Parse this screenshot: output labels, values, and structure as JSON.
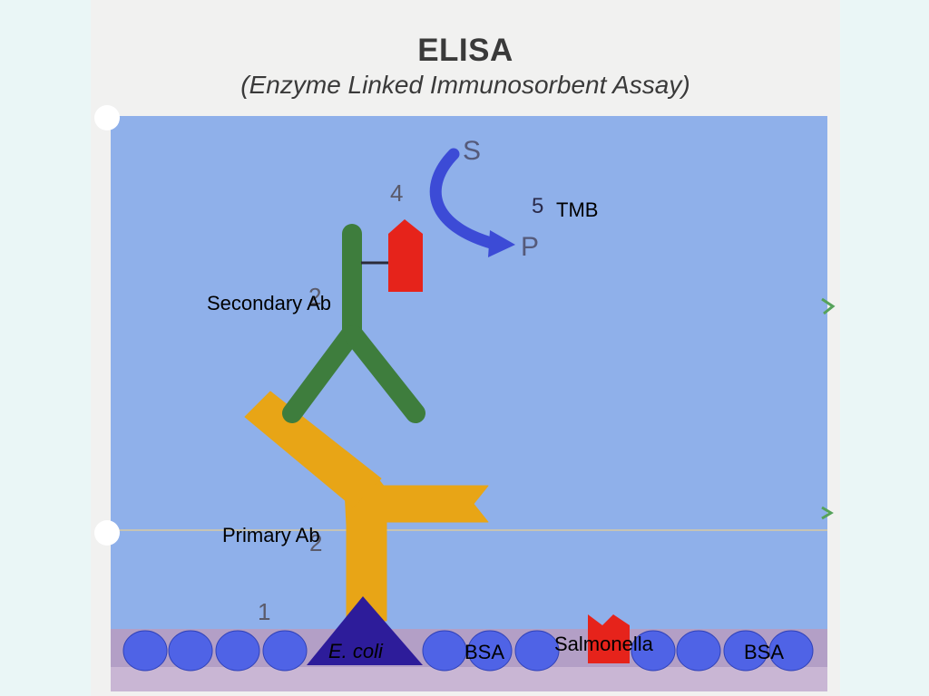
{
  "title": "ELISA",
  "subtitle": "(Enzyme Linked Immunosorbent Assay)",
  "steps": {
    "s1": "1",
    "s2_primary": "2",
    "s2_secondary": "2",
    "s4": "4",
    "s5": "5"
  },
  "labels": {
    "tmb": "TMB",
    "secondary_ab": "Secondary Ab",
    "primary_ab": "Primary Ab",
    "ecoli": "E. coli",
    "bsa_left": "BSA",
    "bsa_right": "BSA",
    "salmonella": "Salmonella",
    "substrate": "S",
    "product": "P"
  },
  "colors": {
    "background_panel": "#8fb0ea",
    "primary_antibody": "#e8a516",
    "secondary_antibody": "#3e7d3d",
    "enzyme": "#e6231b",
    "antigen_ecoli": "#2d1c9a",
    "bsa": "#4f63e6",
    "arrow": "#3c4bd6"
  }
}
